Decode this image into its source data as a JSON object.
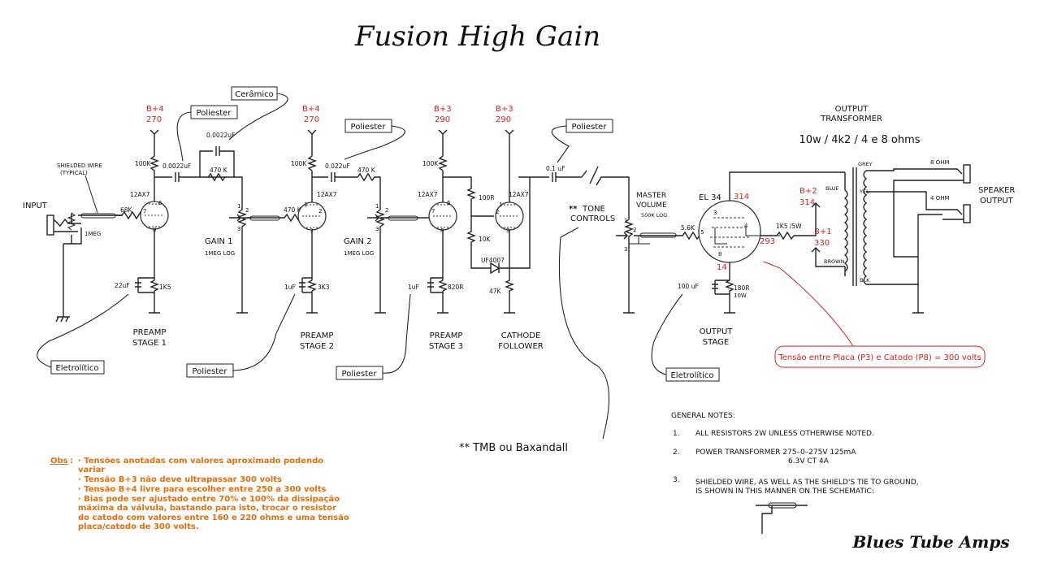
{
  "title": "Fusion High Gain",
  "brand": "Blues Tube Amps",
  "voltages": {
    "b4_a": "B+4",
    "v270_a": "270",
    "b4_b": "B+4",
    "v270_b": "270",
    "b3_a": "B+3",
    "v290_a": "290",
    "b3_b": "B+3",
    "v290_b": "290",
    "b2": "B+2",
    "v314": "314",
    "b1": "B+1",
    "v330": "330",
    "el34_plate": "314",
    "el34_screen": "293",
    "el34_cathode": "14"
  },
  "components": {
    "input": "INPUT",
    "shielded": "SHIELDED WIRE",
    "typical": "(TYPICAL)",
    "r1meg": "1MEG",
    "r68k": "68K",
    "r100k_a": "100K",
    "c0022_a": "0.0022uF",
    "c0022_b": "0.0022uF",
    "r470k_a": "470 K",
    "tube1": "12AX7",
    "pin6": "6",
    "pin7": "7",
    "pin8_a": "8",
    "gain1": "GAIN 1",
    "gain1_val": "1MEG LOG",
    "pot1_1": "1",
    "pot1_2": "2",
    "pot1_3": "3",
    "r470k_b": "470 K",
    "c22uf": "22uF",
    "r1k5": "1K5",
    "tube2": "12AX7",
    "pin1_a": "1",
    "pin2_a": "2",
    "pin3_a": "3",
    "r100k_b": "100K",
    "c0022_c": "0.022uF",
    "r470k_c": "470 K",
    "c1uf_a": "1uF",
    "r3k3": "3K3",
    "gain2": "GAIN 2",
    "gain2_val": "1MEG LOG",
    "pot2_1": "1",
    "pot2_2": "2",
    "pot2_3": "3",
    "tube3": "12AX7",
    "pin6_b": "6",
    "pin7_b": "7",
    "pin8_b": "8",
    "r100k_c": "100K",
    "c1uf_b": "1uF",
    "r820r": "820R",
    "r100r": "100R",
    "r10k": "10K",
    "tube4": "12AX7",
    "pin1_b": "1",
    "pin2_b": "2",
    "pin3_b": "3",
    "diode": "UF4007",
    "r47k": "47K",
    "c01uf": "0.1 uF",
    "tone_star": "**",
    "tone": "TONE",
    "controls": "CONTROLS",
    "master": "MASTER",
    "volume": "VOLUME",
    "master_val": "500K LOG",
    "pot3_1": "1",
    "pot3_2": "2",
    "pot3_3": "3",
    "r5k6": "5.6K",
    "el34": "EL 34",
    "ep3": "3",
    "ep4": "4",
    "ep5": "5",
    "ep8": "8",
    "c100uf": "100 uF",
    "r180r": "180R",
    "r10w": "10W",
    "r1k5_5w": "1K5 /5W",
    "ot1": "OUTPUT",
    "ot2": "TRANSFORMER",
    "ot_spec": "10w / 4k2 / 4 e 8 ohms",
    "grey": "GREY",
    "blue": "BLUE",
    "yel": "YEL",
    "brown": "BROWN",
    "blk": "BLK",
    "ohm8": "8 OHM",
    "ohm4": "4 OHM",
    "spk1": "SPEAKER",
    "spk2": "OUTPUT"
  },
  "stages": {
    "pre1a": "PREAMP",
    "pre1b": "STAGE  1",
    "pre2a": "PREAMP",
    "pre2b": "STAGE  2",
    "pre3a": "PREAMP",
    "pre3b": "STAGE  3",
    "cfa": "CATHODE",
    "cfb": "FOLLOWER",
    "outa": "OUTPUT",
    "outb": "STAGE"
  },
  "callouts": {
    "ceramico": "Cerâmico",
    "poliester1": "Poliester",
    "poliester2": "Poliester",
    "poliester3": "Poliester",
    "eletrolitico1": "Eletrolítico",
    "poliester4": "Poliester",
    "poliester5": "Poliester",
    "eletrolitico2": "Eletrolítico",
    "tensao": "Tensão entre Placa (P3) e Catodo (P8) = 300 volts",
    "tmb": "** TMB  ou  Baxandall"
  },
  "notes": {
    "header": "GENERAL NOTES:",
    "n1_num": "1.",
    "n1": "ALL RESISTORS 2W  UNLESS  OTHERWISE NOTED.",
    "n2_num": "2.",
    "n2": "POWER TRANSFORMER 275–0–275V     125mA",
    "n2b": "6.3V  CT  4A",
    "n3_num": "3.",
    "n3": "SHIELDED WIRE, AS WELL AS THE SHIELD'S TIE TO GROUND,",
    "n3b": "IS SHOWN IN THIS MANNER ON THE SCHEMATIC:"
  },
  "obs": {
    "label": "Obs",
    "colon": ":",
    "l1": "· Tensões anotadas com valores aproximado podendo",
    "l2": "variar",
    "l3": "· Tensão B+3 não deve ultrapassar 300 volts",
    "l4": "· Tensão B+4 livre para escolher entre 250 a 300 volts",
    "l5": "· Bias pode ser ajustado entre 70% e 100% da dissipação",
    "l6": "máxima da válvula, bastando para isto, trocar o resistor",
    "l7": "do catodo com valores entre 160 e 220 ohms e uma tensão",
    "l8": "placa/catodo de 300 volts."
  }
}
